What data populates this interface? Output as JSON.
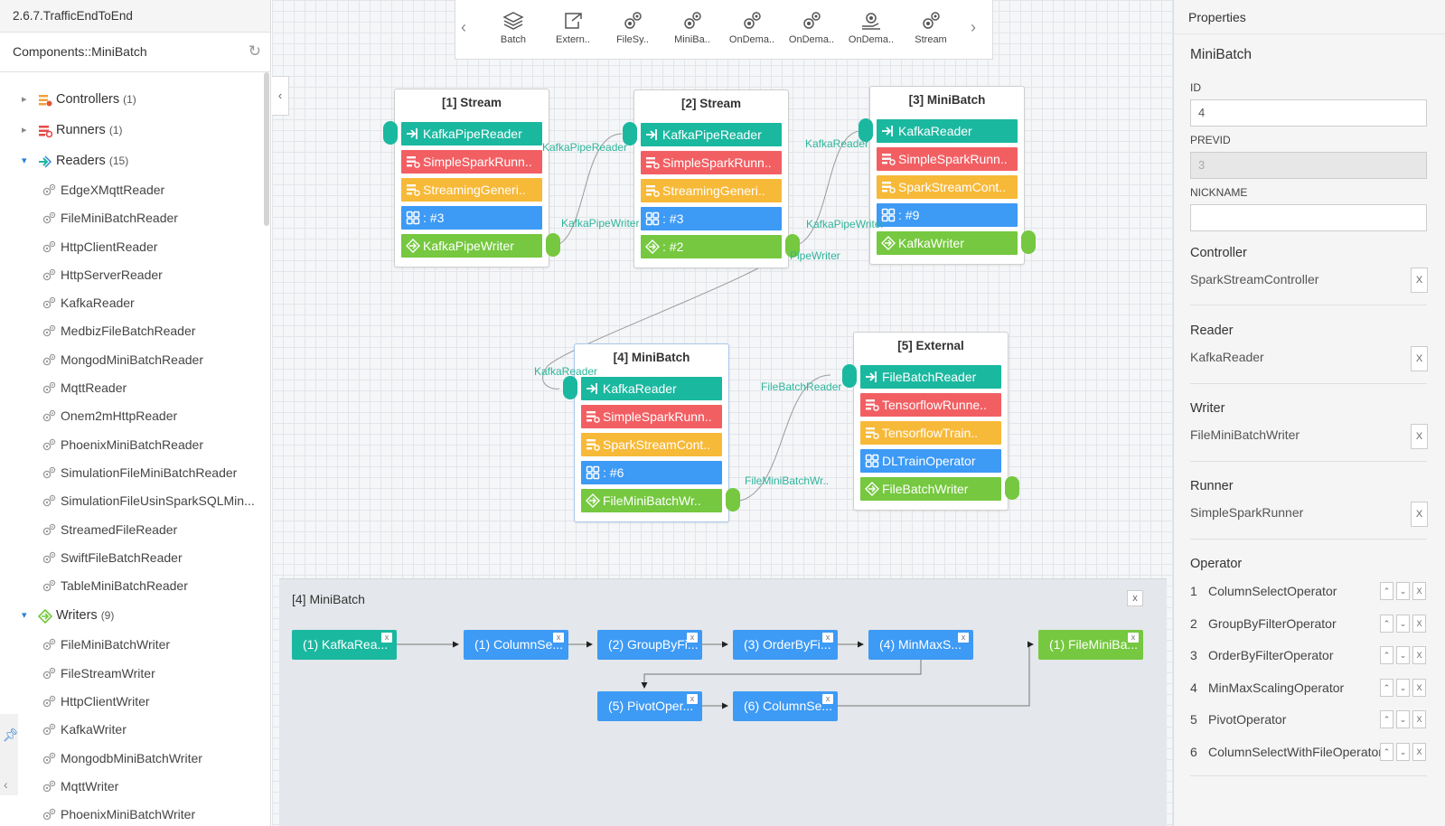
{
  "left": {
    "project_title": "2.6.7.TrafficEndToEnd",
    "components_title": "Components::MiniBatch",
    "groups": [
      {
        "label": "Controllers",
        "count": "(1)"
      },
      {
        "label": "Runners",
        "count": "(1)"
      },
      {
        "label": "Readers",
        "count": "(15)"
      },
      {
        "label": "Writers",
        "count": "(9)"
      }
    ],
    "readers": [
      "EdgeXMqttReader",
      "FileMiniBatchReader",
      "HttpClientReader",
      "HttpServerReader",
      "KafkaReader",
      "MedbizFileBatchReader",
      "MongodMiniBatchReader",
      "MqttReader",
      "Onem2mHttpReader",
      "PhoenixMiniBatchReader",
      "SimulationFileMiniBatchReader",
      "SimulationFileUsinSparkSQLMin...",
      "StreamedFileReader",
      "SwiftFileBatchReader",
      "TableMiniBatchReader"
    ],
    "writers": [
      "FileMiniBatchWriter",
      "FileStreamWriter",
      "HttpClientWriter",
      "KafkaWriter",
      "MongodbMiniBatchWriter",
      "MqttWriter",
      "PhoenixMiniBatchWriter"
    ]
  },
  "toolbar": {
    "tools": [
      "Batch",
      "Extern..",
      "FileSy..",
      "MiniBa..",
      "OnDema..",
      "OnDema..",
      "OnDema..",
      "Stream"
    ]
  },
  "nodes": {
    "n1": {
      "title": "[1] Stream",
      "slots": [
        "KafkaPipeReader",
        "SimpleSparkRunn..",
        "StreamingGeneri..",
        ": #3",
        "KafkaPipeWriter"
      ]
    },
    "n2": {
      "title": "[2] Stream",
      "slots": [
        "KafkaPipeReader",
        "SimpleSparkRunn..",
        "StreamingGeneri..",
        ": #3",
        ": #2"
      ]
    },
    "n3": {
      "title": "[3] MiniBatch",
      "slots": [
        "KafkaReader",
        "SimpleSparkRunn..",
        "SparkStreamCont..",
        ": #9",
        "KafkaWriter"
      ]
    },
    "n4": {
      "title": "[4] MiniBatch",
      "slots": [
        "KafkaReader",
        "SimpleSparkRunn..",
        "SparkStreamCont..",
        ": #6",
        "FileMiniBatchWr.."
      ]
    },
    "n5": {
      "title": "[5] External",
      "slots": [
        "FileBatchReader",
        "TensorflowRunne..",
        "TensorflowTrain..",
        "DLTrainOperator",
        "FileBatchWriter"
      ]
    }
  },
  "edge_labels": [
    "KafkaPipeReader",
    "KafkaPipeWriter",
    "KafkaReader",
    "KafkaPipeWriter",
    "PipeWriter",
    "KafkaReader",
    "FileBatchReader",
    "FileMiniBatchWr.."
  ],
  "detail": {
    "title": "[4] MiniBatch",
    "close": "x",
    "reader": "(1) KafkaRea...",
    "ops": [
      "(1) ColumnSe...",
      "(2) GroupByFi...",
      "(3) OrderByFi...",
      "(4) MinMaxS...",
      "(5) PivotOper...",
      "(6) ColumnSe..."
    ],
    "writer": "(1) FileMiniBa...",
    "x": "x"
  },
  "properties": {
    "title": "Properties",
    "component_type": "MiniBatch",
    "id_label": "ID",
    "id_value": "4",
    "previd_label": "PREVID",
    "previd_value": "3",
    "nickname_label": "NICKNAME",
    "nickname_value": "",
    "controller_label": "Controller",
    "controller_value": "SparkStreamController",
    "reader_label": "Reader",
    "reader_value": "KafkaReader",
    "writer_label": "Writer",
    "writer_value": "FileMiniBatchWriter",
    "runner_label": "Runner",
    "runner_value": "SimpleSparkRunner",
    "operator_label": "Operator",
    "x": "X",
    "operators": [
      {
        "num": "1",
        "name": "ColumnSelectOperator"
      },
      {
        "num": "2",
        "name": "GroupByFilterOperator"
      },
      {
        "num": "3",
        "name": "OrderByFilterOperator"
      },
      {
        "num": "4",
        "name": "MinMaxScalingOperator"
      },
      {
        "num": "5",
        "name": "PivotOperator"
      },
      {
        "num": "6",
        "name": "ColumnSelectWithFileOperator"
      }
    ]
  },
  "colors": {
    "reader": "#1bb8a0",
    "runner": "#f25f63",
    "controller": "#f7b938",
    "operator": "#3d9af5",
    "writer": "#75c83f"
  },
  "icons": {
    "slot_reader": "arrow-in-icon",
    "slot_runner": "runner-icon",
    "slot_controller": "controller-icon",
    "slot_operator": "grid-icon",
    "slot_writer": "arrow-out-icon",
    "tree_leaf": "gears-icon",
    "refresh": "refresh-icon",
    "pin": "pin-icon"
  }
}
